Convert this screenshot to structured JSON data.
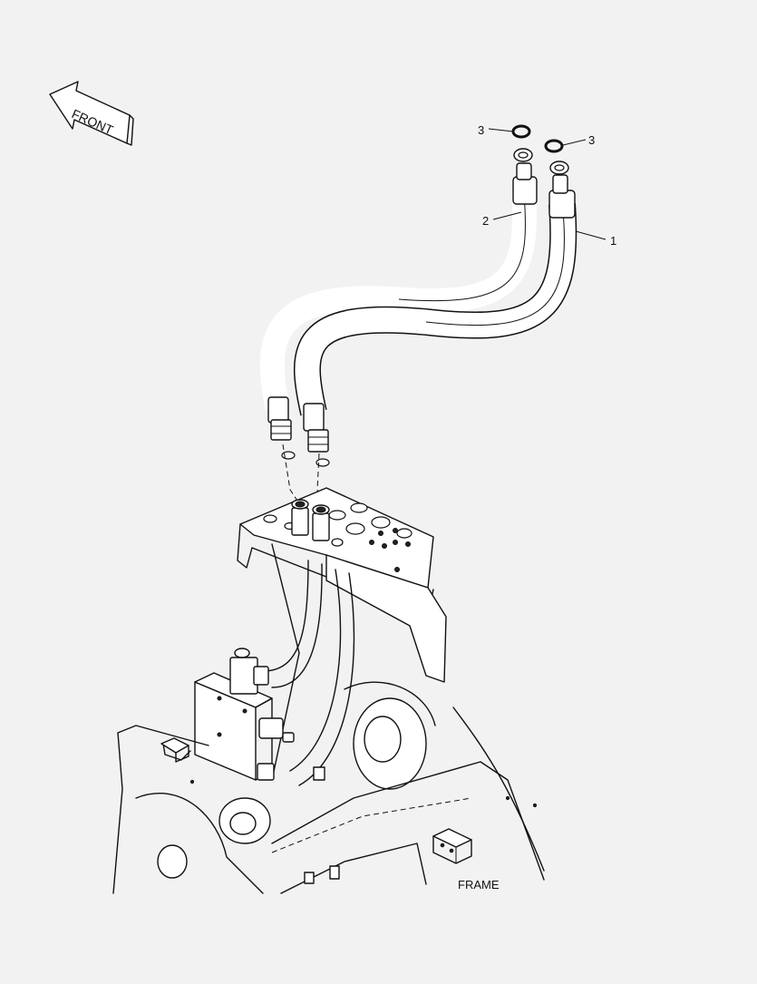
{
  "diagram": {
    "direction_label": "FRONT",
    "assembly_label": "FRAME",
    "callouts": [
      {
        "number": "1",
        "part": "hose-right"
      },
      {
        "number": "2",
        "part": "hose-left"
      },
      {
        "number": "3",
        "part": "o-ring-left"
      },
      {
        "number": "3",
        "part": "o-ring-right"
      }
    ]
  }
}
